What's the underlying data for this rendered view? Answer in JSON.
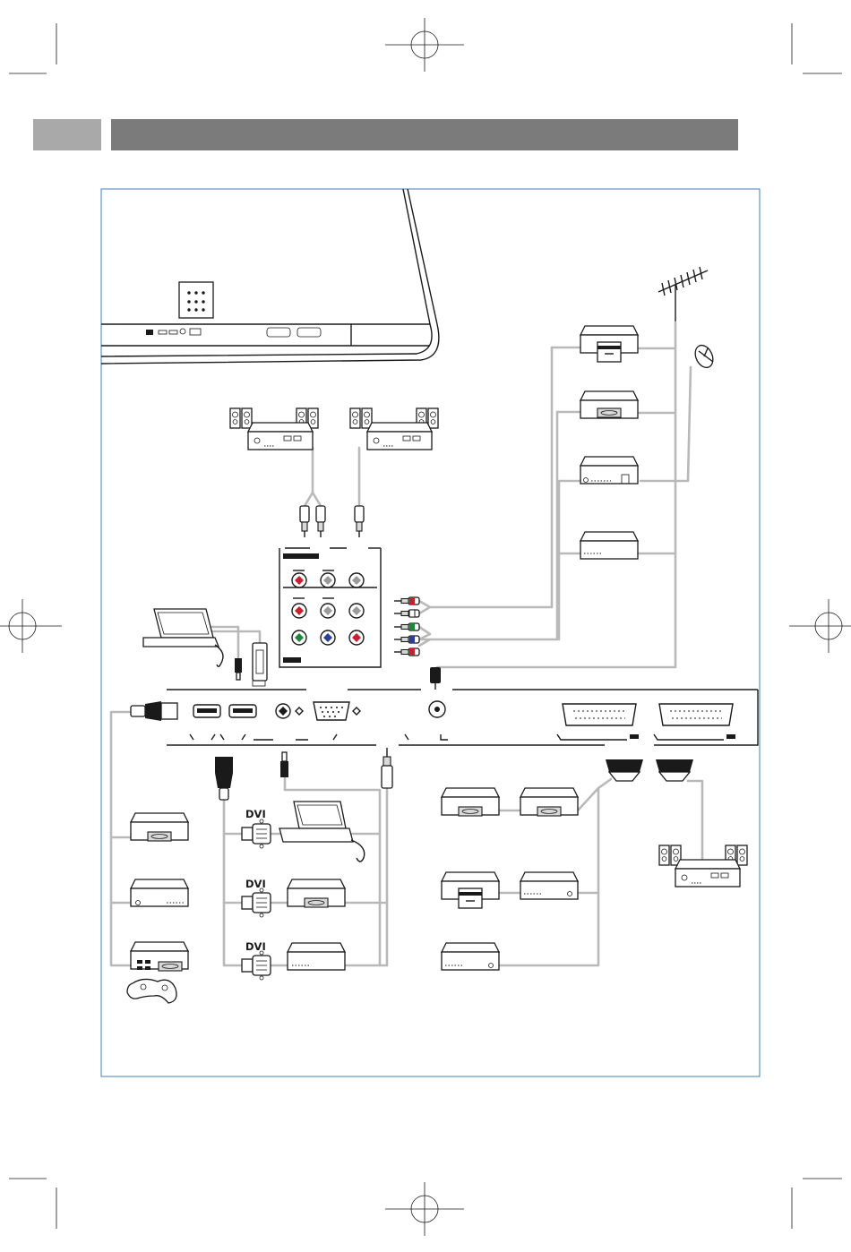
{
  "header": {
    "tab_color": "#a9a9a9",
    "bar_color": "#7b7b7b"
  },
  "frame": {
    "border_color": "#3f7fb4"
  },
  "labels": {
    "dvi_1": "DVI",
    "dvi_2": "DVI",
    "dvi_3": "DVI"
  },
  "colors": {
    "cable": "#b9b9b9",
    "jack_red": "#c9202f",
    "jack_green": "#1a8a3a",
    "jack_blue": "#2a3f9a",
    "jack_white": "#ffffff",
    "jack_gray": "#9a9a9a"
  },
  "icons": [
    "tv-rear-panel",
    "terrestrial-antenna-icon",
    "satellite-dish-icon",
    "vcr-icon",
    "dvd-recorder-icon",
    "satellite-receiver-icon",
    "set-top-box-icon",
    "home-theatre-amplifier-icon",
    "speaker-icon",
    "laptop-icon",
    "game-console-icon",
    "gamepad-icon",
    "hdmi-plug-icon",
    "dvi-plug-icon",
    "vga-plug-icon",
    "scart-plug-icon",
    "rca-plug-icon",
    "audio-jack-icon",
    "antenna-plug-icon"
  ]
}
